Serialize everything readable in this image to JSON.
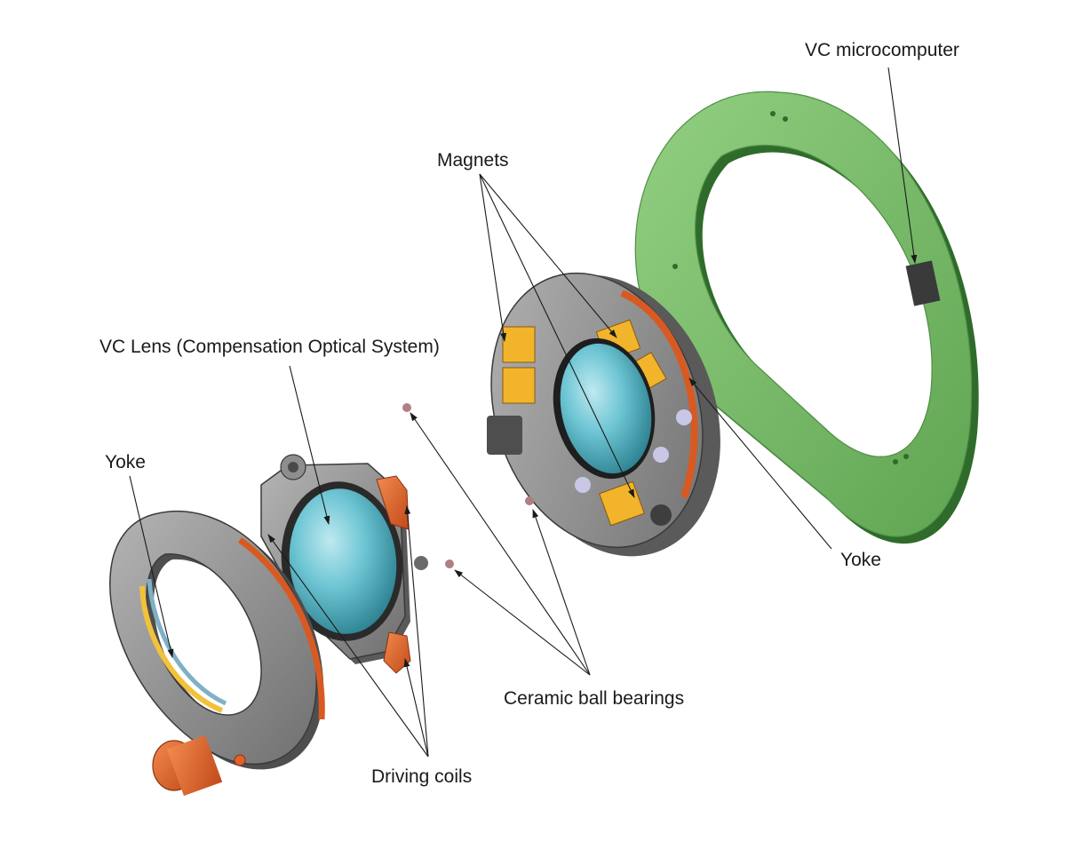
{
  "labels": {
    "vc_microcomputer": "VC microcomputer",
    "magnets": "Magnets",
    "vc_lens": "VC Lens (Compensation Optical System)",
    "yoke_left": "Yoke",
    "yoke_right": "Yoke",
    "ceramic_ball_bearings": "Ceramic ball bearings",
    "driving_coils": "Driving coils"
  },
  "colors": {
    "background": "#ffffff",
    "pcb_green": "#7dbf6a",
    "pcb_green_dark": "#2f6b2b",
    "housing_gray": "#8a8a8a",
    "housing_gray_dark": "#4a4a4a",
    "lens_cyan": "#6fc6d4",
    "lens_cyan_dark": "#2a7f8f",
    "magnet_yellow": "#f2b42a",
    "coil_orange": "#e0622a",
    "bearing": "#b07f86",
    "ink": "#1a1a1a"
  }
}
